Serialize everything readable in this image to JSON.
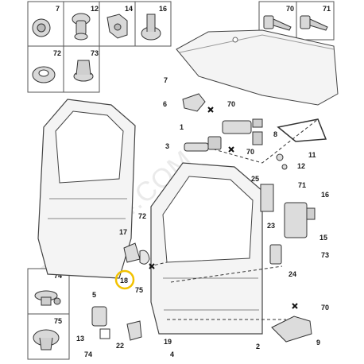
{
  "watermark": "JERJE04.COM",
  "colors": {
    "line": "#3a3a3a",
    "part_fill": "#dcdcdc",
    "panel_fill": "#f4f4f4",
    "box_border": "#555555",
    "highlight": "#f2c200"
  },
  "thumbnails": {
    "top_left_row1": [
      "7",
      "12",
      "14",
      "16"
    ],
    "top_left_row2": [
      "72",
      "73"
    ],
    "top_right": [
      "70",
      "71"
    ],
    "bottom_left": [
      "74",
      "75"
    ]
  },
  "highlighted_callout": "18",
  "callouts": [
    "7",
    "6",
    "70",
    "1",
    "3",
    "70",
    "8",
    "11",
    "12",
    "71",
    "25",
    "16",
    "72",
    "17",
    "23",
    "15",
    "73",
    "75",
    "18",
    "24",
    "5",
    "70",
    "13",
    "74",
    "22",
    "19",
    "4",
    "2",
    "9"
  ]
}
